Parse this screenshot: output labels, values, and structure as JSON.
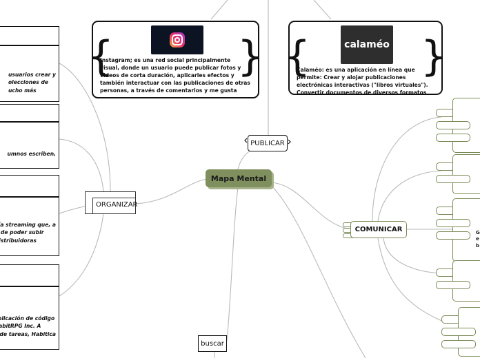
{
  "central": {
    "label": "Mapa Mental"
  },
  "topics": {
    "publicar": "PUBLICAR",
    "organizar": "ORGANIZAR",
    "comunicar": "COMUNICAR",
    "buscar": "buscar"
  },
  "cards": {
    "instagram": {
      "logo": "instagram-logo",
      "text": "Instagram; es una red social principalmente visual, donde un usuario puede publicar fotos y videos de corta duración, aplicarles efectos y también interactuar con las publicaciones de otras personas, a través de comentarios y me gusta"
    },
    "calameo": {
      "logo_text": "calaméo",
      "text": "Calaméo: es una aplicación en línea que permite: Crear y alojar publicaciones electrónicas interactivas (\"libros virtuales\"). Convertir documentos de diversos formatos"
    }
  },
  "left_boxes": [
    {
      "lines": [
        "usuarios crear y",
        "olecciones de",
        "ucho más"
      ]
    },
    {
      "lines": [
        "umnos escriben,"
      ]
    },
    {
      "lines": [
        "vía streaming que, a",
        "n de poder subir",
        "distribuidoras"
      ]
    },
    {
      "lines": [
        "aplicación de código",
        "HabitRPG Inc. A",
        "e de tareas, Habitica"
      ]
    }
  ],
  "right_fragments": {
    "g": "G",
    "e": "e",
    "b": "b"
  },
  "colors": {
    "accent": "#7f8f5e",
    "outline": "#7a8a56",
    "line": "#b7b7b7"
  }
}
